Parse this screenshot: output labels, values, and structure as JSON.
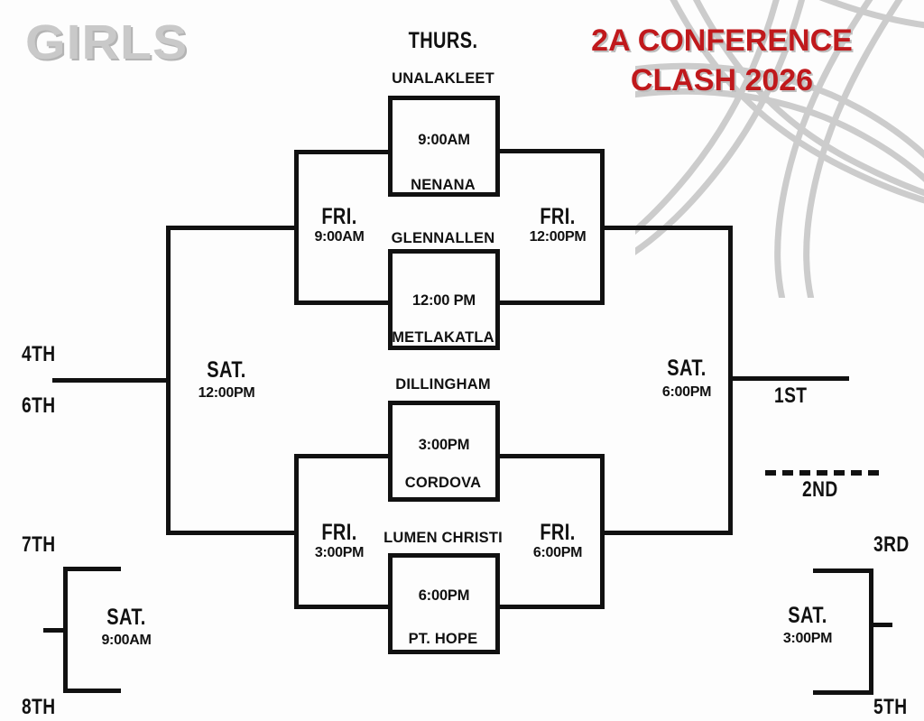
{
  "header": {
    "division_label": "GIRLS",
    "event_title_line1": "2A CONFERENCE",
    "event_title_line2": "CLASH 2026",
    "accent_color": "#C0191C",
    "division_color": "#C9C9C9"
  },
  "round_labels": {
    "thursday": "THURS."
  },
  "bracket": {
    "first_round": [
      {
        "id": "game-1",
        "top_team": "UNALAKLEET",
        "bottom_team": "NENANA",
        "time": "9:00AM"
      },
      {
        "id": "game-2",
        "top_team": "GLENNALLEN",
        "bottom_team": "METLAKATLA",
        "time": "12:00 PM"
      },
      {
        "id": "game-3",
        "top_team": "DILLINGHAM",
        "bottom_team": "CORDOVA",
        "time": "3:00PM"
      },
      {
        "id": "game-4",
        "top_team": "LUMEN CHRISTI",
        "bottom_team": "PT. HOPE",
        "time": "6:00PM"
      }
    ],
    "matchups": [
      {
        "id": "semi-upper",
        "day": "FRI.",
        "time": "9:00AM"
      },
      {
        "id": "winners-upper",
        "day": "FRI.",
        "time": "12:00PM"
      },
      {
        "id": "semi-lower",
        "day": "FRI.",
        "time": "3:00PM"
      },
      {
        "id": "winners-lower",
        "day": "FRI.",
        "time": "6:00PM"
      },
      {
        "id": "consolation-final",
        "day": "SAT.",
        "time": "12:00PM"
      },
      {
        "id": "championship",
        "day": "SAT.",
        "time": "6:00PM"
      },
      {
        "id": "seventh-place",
        "day": "SAT.",
        "time": "9:00AM"
      },
      {
        "id": "third-place",
        "day": "SAT.",
        "time": "3:00PM"
      }
    ],
    "placements": {
      "first": "1ST",
      "second": "2ND",
      "third": "3RD",
      "fourth": "4TH",
      "fifth": "5TH",
      "sixth": "6TH",
      "seventh": "7TH",
      "eighth": "8TH"
    }
  }
}
